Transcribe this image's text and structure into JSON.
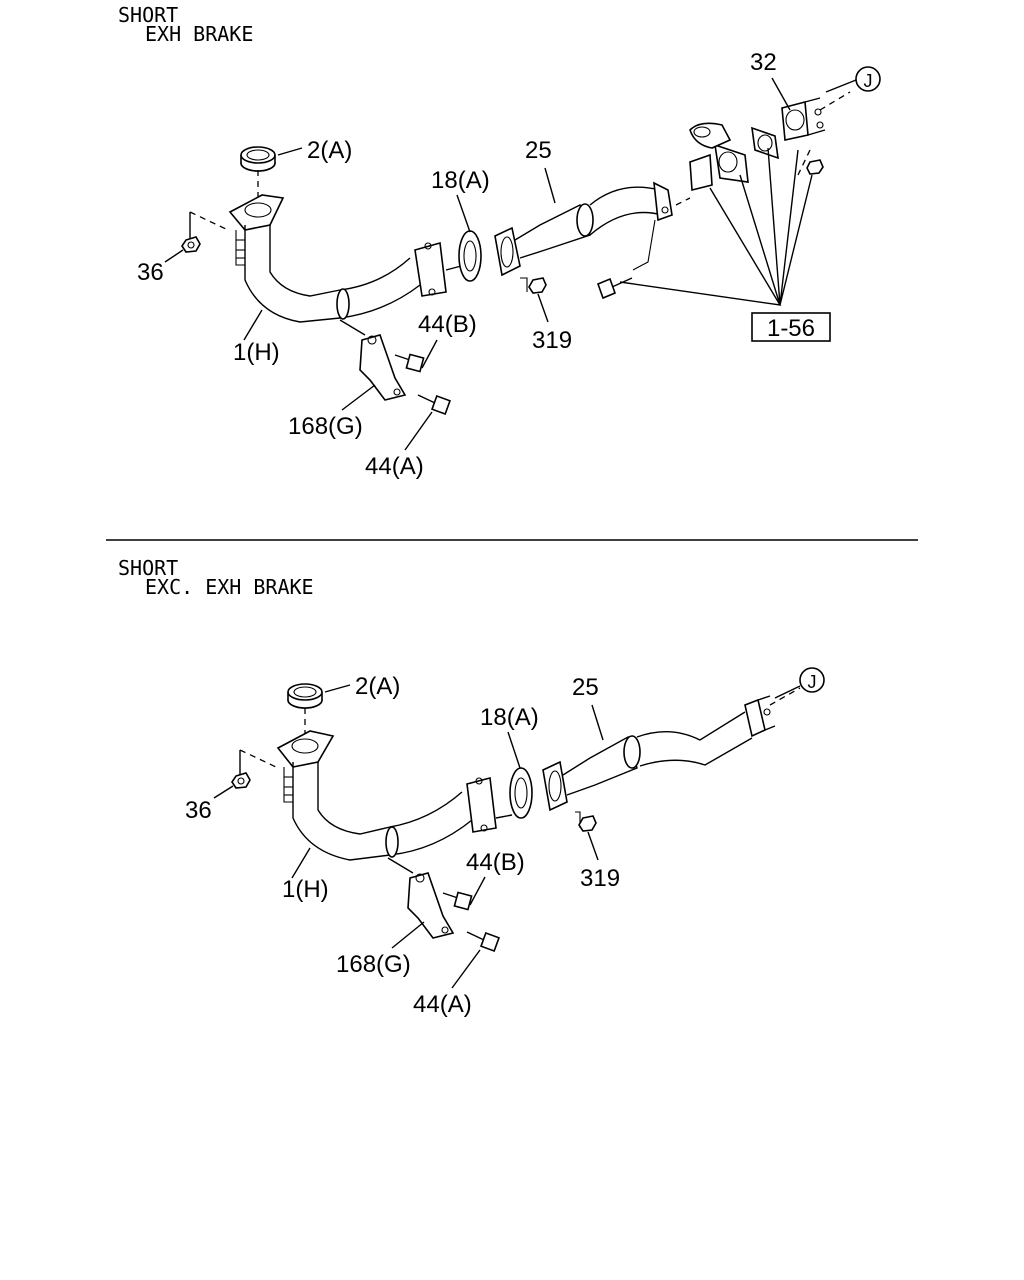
{
  "top_section": {
    "header_line1": "SHORT",
    "header_line2": "EXH BRAKE",
    "labels": {
      "p2a": "2(A)",
      "p36": "36",
      "p1h": "1(H)",
      "p18a": "18(A)",
      "p25": "25",
      "p319": "319",
      "p44b": "44(B)",
      "p168g": "168(G)",
      "p44a": "44(A)",
      "p32": "32",
      "pj": "J",
      "p156": "1-56"
    }
  },
  "bottom_section": {
    "header_line1": "SHORT",
    "header_line2": "EXC. EXH BRAKE",
    "labels": {
      "p2a": "2(A)",
      "p36": "36",
      "p1h": "1(H)",
      "p18a": "18(A)",
      "p25": "25",
      "p319": "319",
      "p44b": "44(B)",
      "p168g": "168(G)",
      "p44a": "44(A)",
      "pj": "J"
    }
  }
}
